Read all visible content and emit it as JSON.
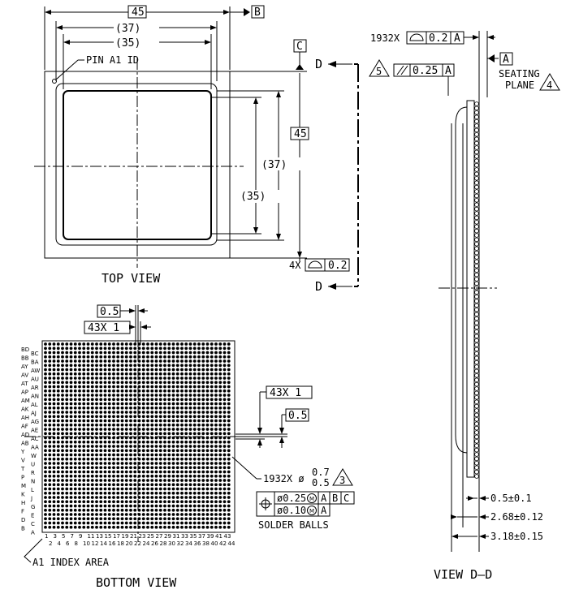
{
  "top_view": {
    "dim_45_top": "45",
    "dim_37_top": "(37)",
    "dim_35_top": "(35)",
    "datum_b": "B",
    "datum_c": "C",
    "pin_a1_id": "PIN A1 ID",
    "dim_45_side": "45",
    "dim_37_side": "(37)",
    "dim_35_side": "(35)",
    "flatness_count": "4X",
    "flatness_value": "0.2",
    "section_d_top": "D",
    "section_d_bottom": "D",
    "title": "TOP VIEW"
  },
  "side_view": {
    "coplanarity_count": "1932X",
    "coplanarity_value": "0.2",
    "coplanarity_datum": "A",
    "note5": "5",
    "parallel_value": "0.25",
    "parallel_datum": "A",
    "datum_a": "A",
    "seating_line1": "SEATING",
    "seating_line2": "PLANE",
    "note4": "4",
    "dim_ball_height": "0.5±0.1",
    "dim_body": "2.68±0.12",
    "dim_total": "3.18±0.15",
    "title": "VIEW D–D"
  },
  "bottom_view": {
    "pitch_top": "0.5",
    "count_top": "43X 1",
    "count_right": "43X 1",
    "pitch_right": "0.5",
    "ball_callout": "1932X ø",
    "ball_tol_upper": "0.7",
    "ball_tol_lower": "0.5",
    "note3": "3",
    "pos_tol_1": "ø0.25",
    "pos_tol_1_datums": [
      "A",
      "B",
      "C"
    ],
    "pos_tol_2": "ø0.10",
    "pos_tol_2_datum": "A",
    "modifier": "M",
    "solder_balls": "SOLDER BALLS",
    "a1_index": "A1 INDEX AREA",
    "title": "BOTTOM VIEW",
    "row_labels_outer": [
      "BD",
      "BB",
      "AY",
      "AV",
      "AT",
      "AP",
      "AM",
      "AK",
      "AH",
      "AF",
      "AD",
      "AB",
      "Y",
      "V",
      "T",
      "P",
      "M",
      "K",
      "H",
      "F",
      "D",
      "B"
    ],
    "row_labels_inner": [
      "BC",
      "BA",
      "AW",
      "AU",
      "AR",
      "AN",
      "AL",
      "AJ",
      "AG",
      "AE",
      "AC",
      "AA",
      "W",
      "U",
      "R",
      "N",
      "L",
      "J",
      "G",
      "E",
      "C",
      "A"
    ],
    "col_labels_top": [
      "1",
      "3",
      "5",
      "7",
      "9",
      "11",
      "13",
      "15",
      "17",
      "19",
      "21",
      "23",
      "25",
      "27",
      "29",
      "31",
      "33",
      "35",
      "37",
      "39",
      "41",
      "43"
    ],
    "col_labels_bottom": [
      "2",
      "4",
      "6",
      "8",
      "10",
      "12",
      "14",
      "16",
      "18",
      "20",
      "22",
      "24",
      "26",
      "28",
      "30",
      "32",
      "34",
      "36",
      "38",
      "40",
      "42",
      "44"
    ]
  }
}
